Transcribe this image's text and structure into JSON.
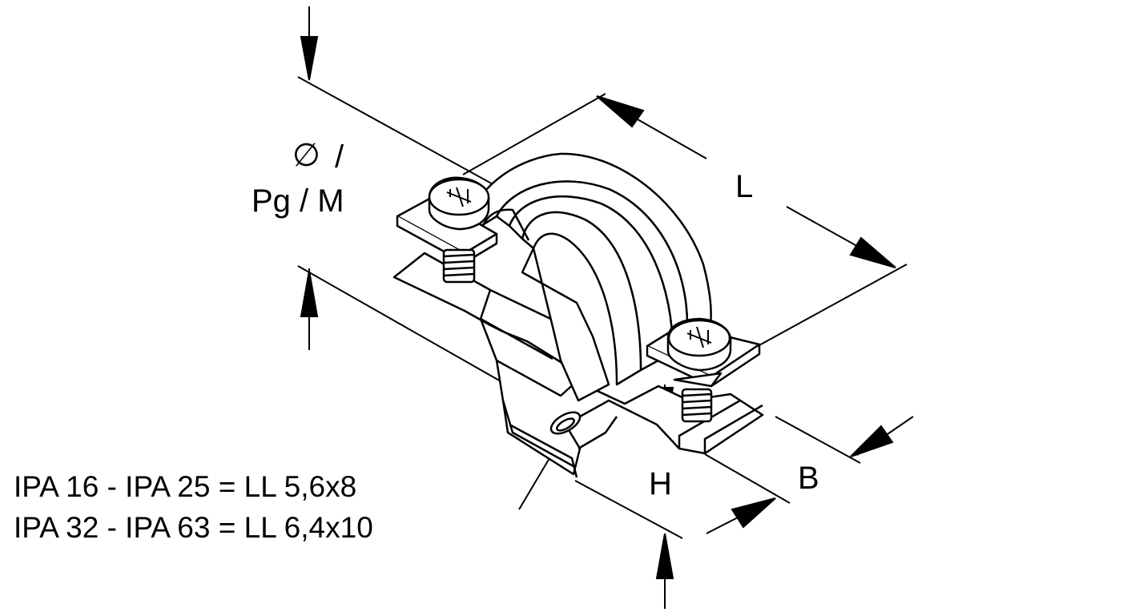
{
  "labels": {
    "diameter_symbol": "∅",
    "slash": "/",
    "pg_m": "Pg / M",
    "length": "L",
    "height": "H",
    "width": "B"
  },
  "spec_lines": [
    "IPA 16 - IPA 25 = LL 5,6x8",
    "IPA 32 - IPA 63 = LL 6,4x10"
  ],
  "colors": {
    "line": "#000000",
    "background": "#ffffff"
  }
}
